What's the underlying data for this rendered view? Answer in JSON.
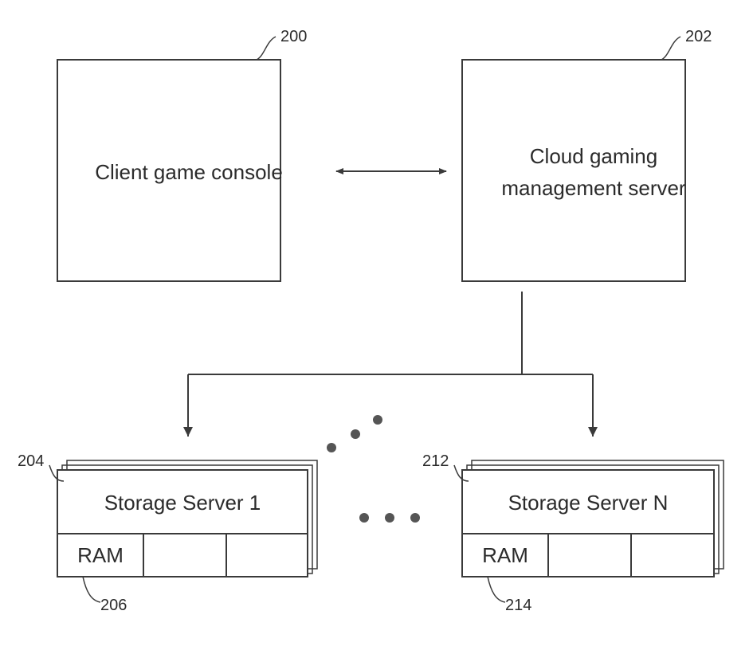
{
  "figure": {
    "client_console": {
      "ref": "200",
      "label": "Client game console"
    },
    "management_server": {
      "ref": "202",
      "label_lines": [
        "Cloud gaming",
        "management server"
      ]
    },
    "storage_server_1": {
      "ref": "204",
      "label": "Storage Server 1",
      "memory_ref": "206",
      "memory_label": "RAM"
    },
    "storage_server_n": {
      "ref": "212",
      "label": "Storage Server N",
      "memory_ref": "214",
      "memory_label": "RAM"
    }
  },
  "colors": {
    "line": "#3a3a3a",
    "dot": "#555555",
    "text": "#2b2b2b",
    "background": "#ffffff"
  }
}
